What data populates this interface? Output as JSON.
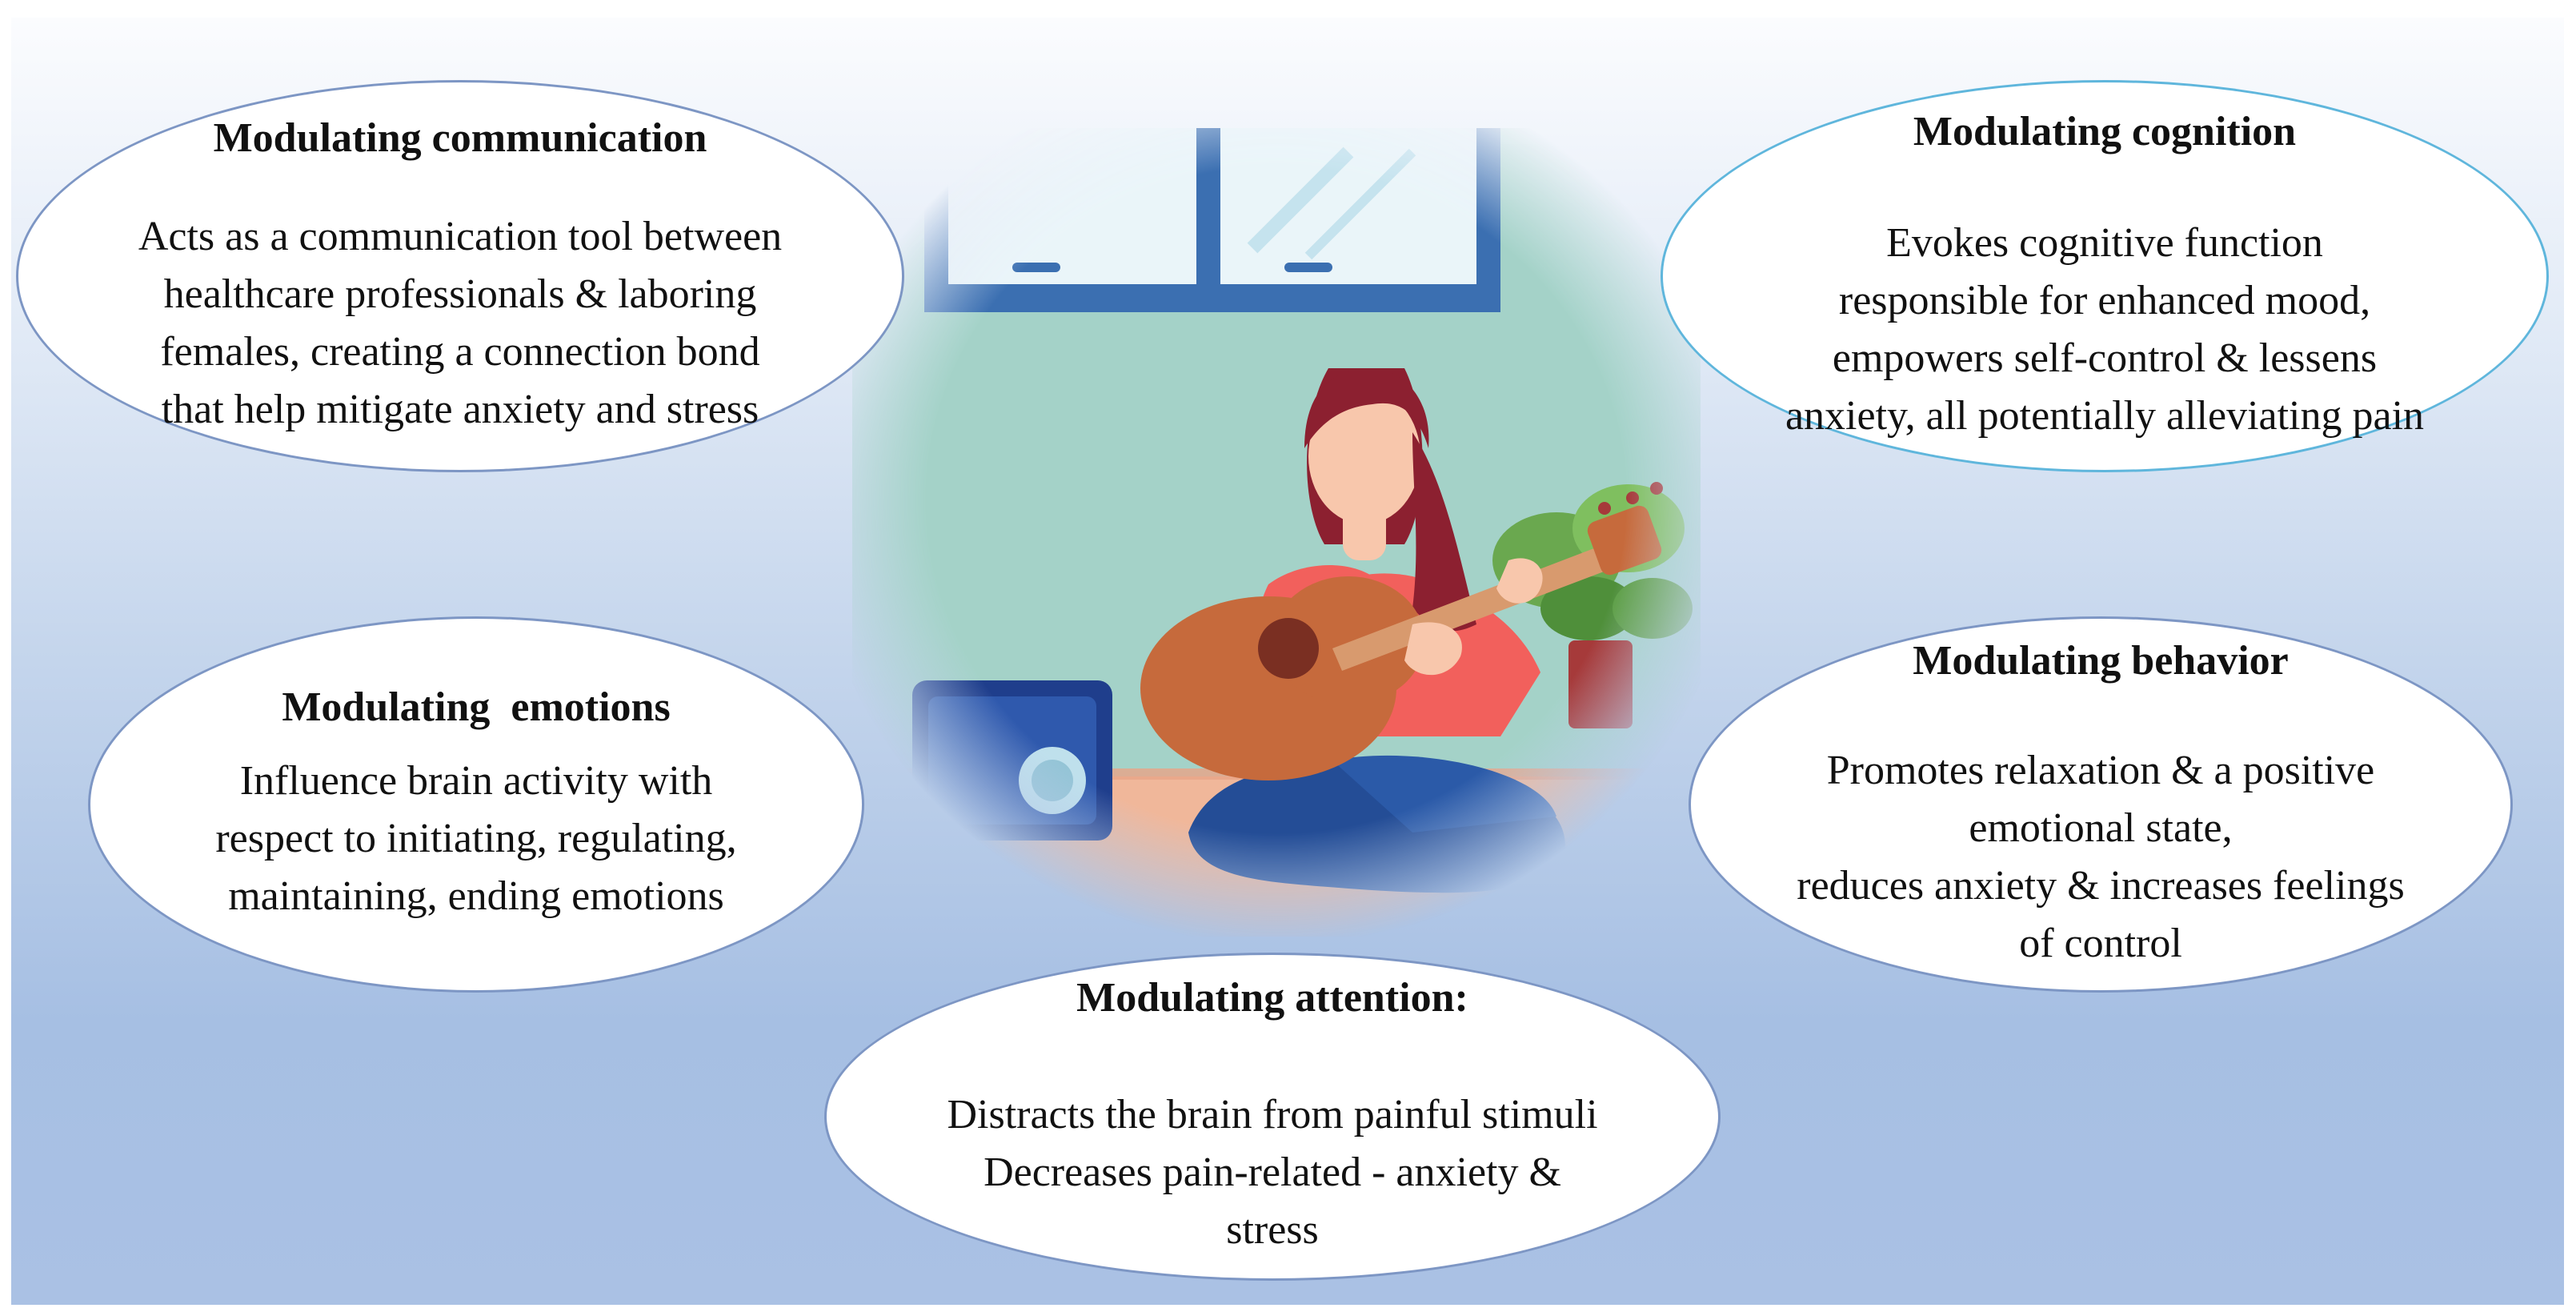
{
  "illustration": {
    "subject": "woman playing acoustic guitar",
    "icons": [
      "window-icon",
      "woman-icon",
      "guitar-icon",
      "potted-plant-icon",
      "amplifier-icon"
    ],
    "colors": {
      "wall": "#a9d6cc",
      "window_frame": "#3b6fb1",
      "hair": "#8c2030",
      "shirt": "#f2605c",
      "pants": "#244d96",
      "guitar": "#c66a3c",
      "plant": "#6aa84f",
      "floor": "#f0b79a"
    }
  },
  "bubbles": {
    "communication": {
      "title": "Modulating communication",
      "body": "Acts as a communication tool between\nhealthcare professionals & laboring\nfemales, creating a connection bond\nthat help mitigate anxiety and stress"
    },
    "cognition": {
      "title": "Modulating cognition",
      "body": "Evokes cognitive function\nresponsible for enhanced mood,\nempowers self-control & lessens\nanxiety, all potentially alleviating pain"
    },
    "emotions": {
      "title": "Modulating  emotions",
      "body": "Influence brain activity with\nrespect to initiating, regulating,\nmaintaining, ending emotions"
    },
    "behavior": {
      "title": "Modulating behavior",
      "body": "Promotes relaxation & a positive\nemotional state,\nreduces anxiety & increases feelings\nof control"
    },
    "attention": {
      "title": "Modulating attention:",
      "body": "Distracts the brain from painful stimuli\nDecreases pain-related - anxiety &\nstress"
    }
  },
  "colors": {
    "background_top": "#fbfcfe",
    "background_bottom": "#aac1e4",
    "bubble_border": "#7d96c4",
    "bubble_border_accent": "#5fb6dc",
    "text": "#111111"
  }
}
